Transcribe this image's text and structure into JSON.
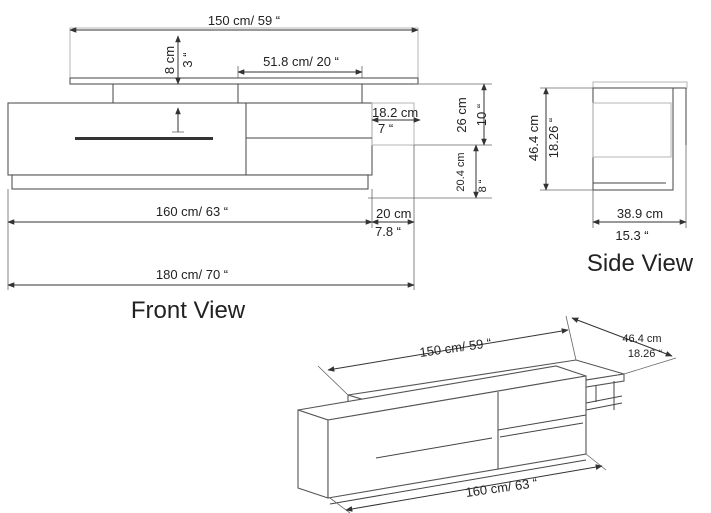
{
  "front_view": {
    "title": "Front View",
    "dims": {
      "top_width": "150 cm/ 59 “",
      "top_gap_cm": "8 cm",
      "top_gap_in": "3 “",
      "drawer_width": "51.8 cm/ 20 “",
      "top_depth_cm": "18.2 cm",
      "top_depth_in": "7 “",
      "body_height_cm": "26 cm",
      "body_height_in": "10 “",
      "plinth_height_cm": "20.4 cm",
      "plinth_height_in": "8 “",
      "base_width": "160 cm/ 63 “",
      "overhang_cm": "20 cm",
      "overhang_in": "7.8 “",
      "total_width": "180 cm/ 70 “"
    }
  },
  "side_view": {
    "title": "Side View",
    "dims": {
      "height_cm": "46.4 cm",
      "height_in": "18.26 “",
      "depth_cm": "38.9 cm",
      "depth_in": "15.3 “"
    }
  },
  "iso_view": {
    "dims": {
      "top_width": "150 cm/ 59 “",
      "depth_cm": "46.4 cm",
      "depth_in": "18.26 “",
      "base_width": "160 cm/ 63 “"
    }
  }
}
